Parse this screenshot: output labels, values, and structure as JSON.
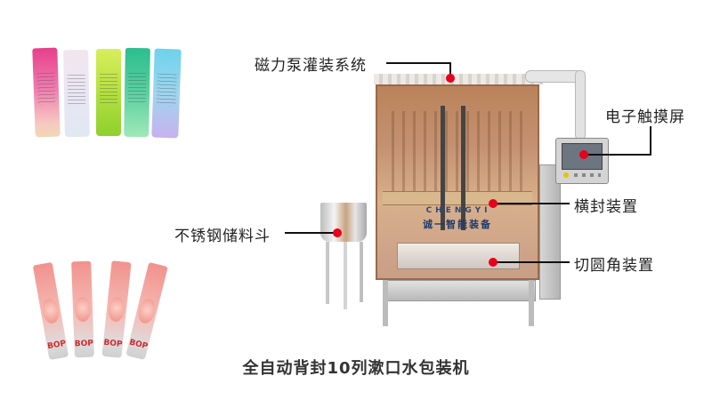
{
  "product": {
    "title": "全自动背封10列漱口水包装机",
    "brand_text_en": "CHENGYI",
    "brand_text_cn": "诚一智能装备"
  },
  "callouts": [
    {
      "id": "magnetic-pump",
      "label": "磁力泵灌装系统"
    },
    {
      "id": "touch-screen",
      "label": "电子触摸屏"
    },
    {
      "id": "stainless-hopper",
      "label": "不锈钢储料斗"
    },
    {
      "id": "horizontal-seal",
      "label": "横封装置"
    },
    {
      "id": "round-corner-cutter",
      "label": "切圆角装置"
    }
  ],
  "samples": {
    "top_row": {
      "count": 5,
      "colors": [
        "#e85a9a",
        "#ece6f2",
        "#a8dc3c",
        "#3cc59a",
        "#7fd3e6"
      ]
    },
    "bottom_row": {
      "count": 4,
      "brand": "BOP",
      "color": "#f2a4a0"
    }
  },
  "colors": {
    "callout_dot": "#e8001c",
    "callout_line": "#111111",
    "caption_text": "#333333"
  }
}
